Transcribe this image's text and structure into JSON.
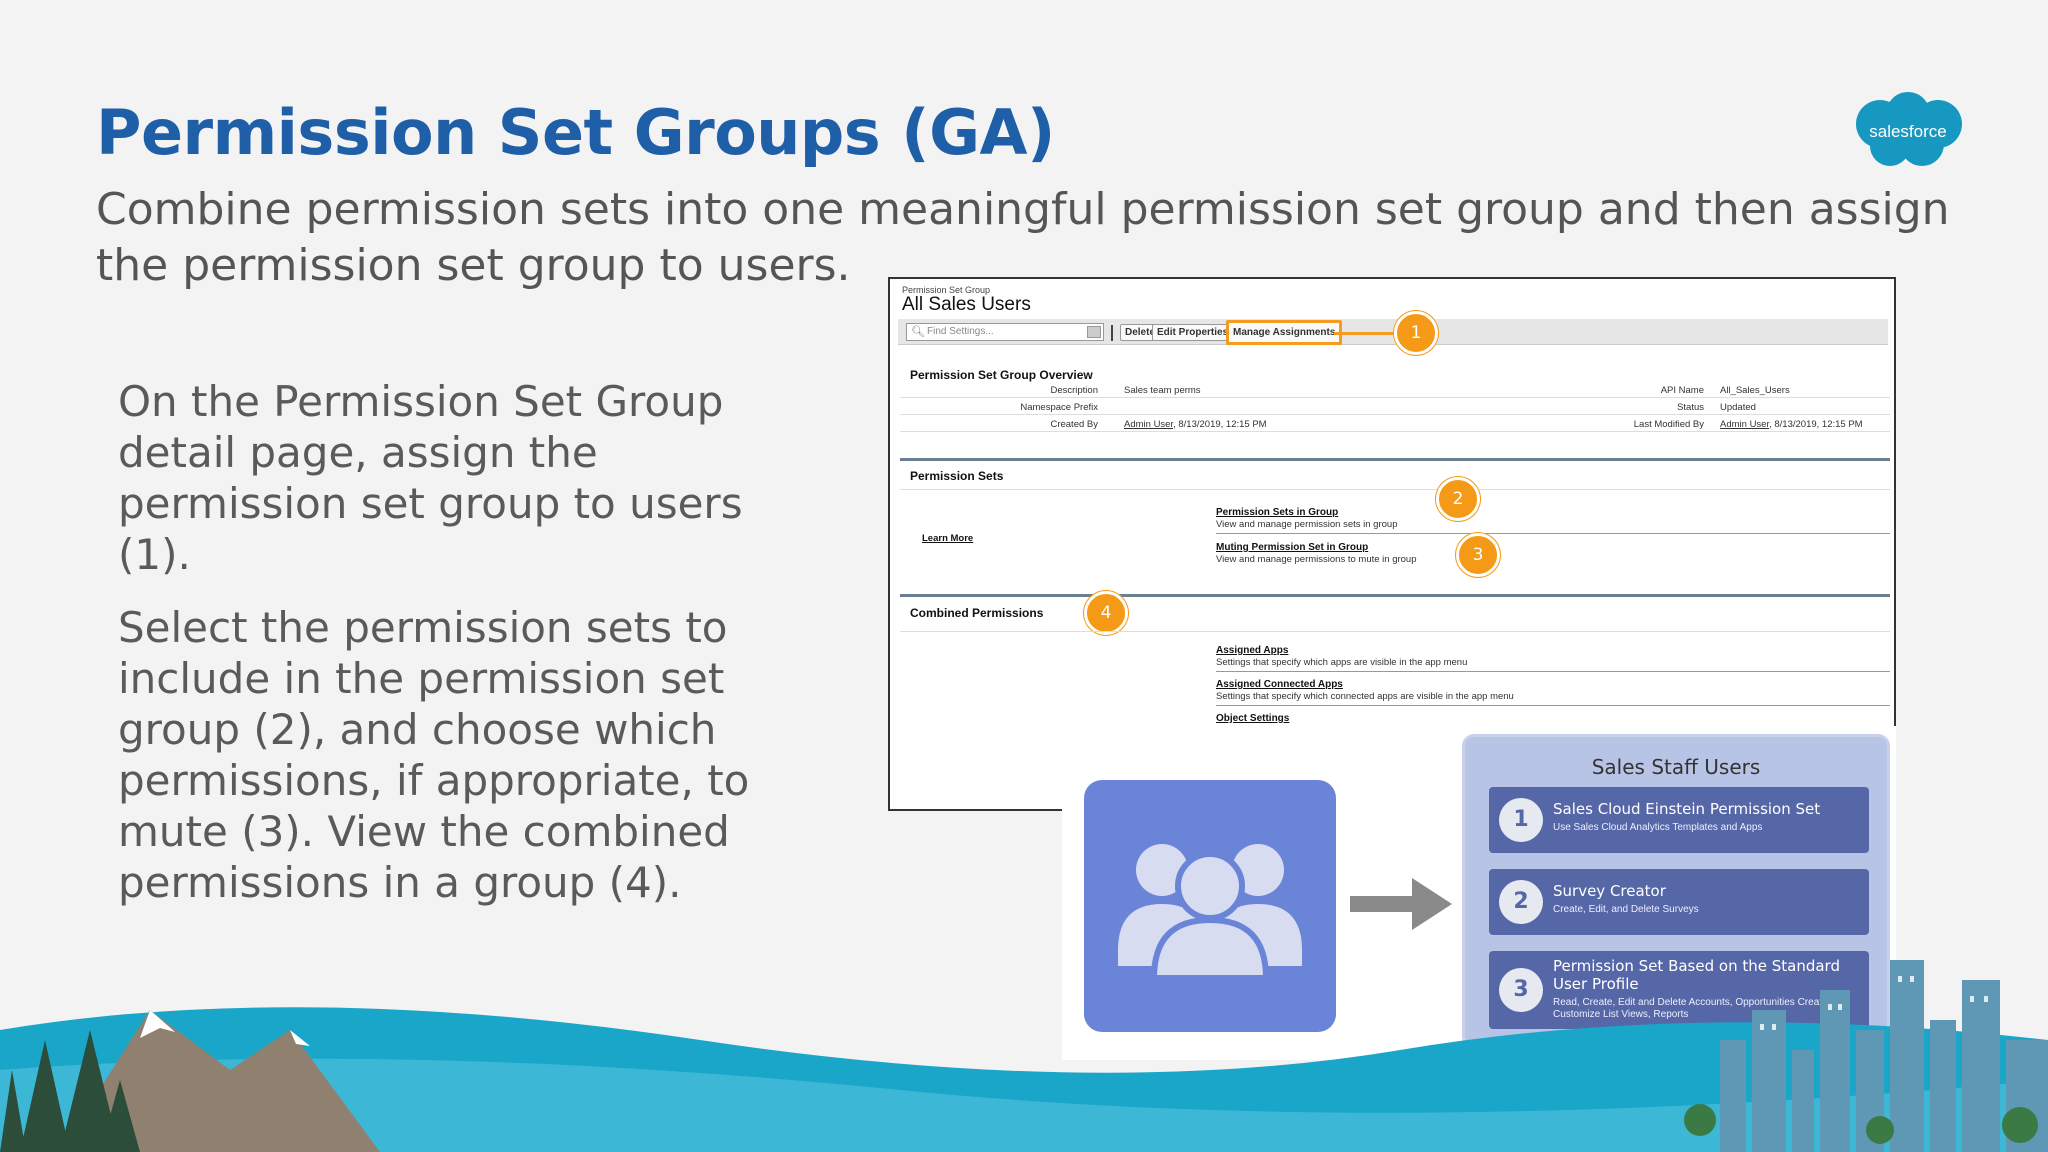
{
  "slide": {
    "title": "Permission Set Groups (GA)",
    "subtitle": "Combine permission sets into one meaningful permission set group and then assign the permission set group to users.",
    "body_p1": "On the Permission Set Group detail page, assign the permission set group to users (1).",
    "body_p2": "Select the permission sets to include in the permission set group (2), and choose which permissions, if appropriate, to mute (3). View the combined permissions in a group (4).",
    "logo_text": "salesforce"
  },
  "screenshot": {
    "breadcrumb": "Permission Set Group",
    "heading": "All Sales Users",
    "find_placeholder": "Find Settings...",
    "buttons": {
      "delete": "Delete",
      "edit_properties": "Edit Properties",
      "manage_assignments": "Manage Assignments"
    },
    "overview": {
      "title": "Permission Set Group Overview",
      "description_label": "Description",
      "description_value": "Sales team perms",
      "namespace_label": "Namespace Prefix",
      "created_by_label": "Created By",
      "created_by_user": "Admin User",
      "created_by_date": ", 8/13/2019, 12:15 PM",
      "api_name_label": "API Name",
      "api_name_value": "All_Sales_Users",
      "status_label": "Status",
      "status_value": "Updated",
      "last_modified_label": "Last Modified By",
      "last_modified_user": "Admin User",
      "last_modified_date": ", 8/13/2019, 12:15 PM"
    },
    "permission_sets": {
      "title": "Permission Sets",
      "learn_more": "Learn More",
      "link1": "Permission Sets in Group",
      "desc1": "View and manage permission sets in group",
      "link2": "Muting Permission Set in Group",
      "desc2": "View and manage permissions to mute in group"
    },
    "combined": {
      "title": "Combined Permissions",
      "link1": "Assigned Apps",
      "desc1": "Settings that specify which apps are visible in the app menu",
      "link2": "Assigned Connected Apps",
      "desc2": "Settings that specify which connected apps are visible in the app menu",
      "link3": "Object Settings"
    },
    "badges": [
      "1",
      "2",
      "3",
      "4"
    ]
  },
  "illustration": {
    "group_title": "Sales Staff Users",
    "items": [
      {
        "num": "1",
        "name": "Sales Cloud Einstein Permission Set",
        "desc": "Use Sales Cloud Analytics Templates and Apps"
      },
      {
        "num": "2",
        "name": "Survey Creator",
        "desc": "Create, Edit, and Delete Surveys"
      },
      {
        "num": "3",
        "name": "Permission Set Based on the Standard User Profile",
        "desc": "Read, Create, Edit and Delete Accounts, Opportunities Create and Customize List Views, Reports"
      }
    ]
  },
  "colors": {
    "title": "#1f5fa8",
    "badge": "#f59a16",
    "group_tile": "#6a84d8",
    "permission_item": "#5667a8",
    "salesforce_cloud": "#1798c1"
  }
}
